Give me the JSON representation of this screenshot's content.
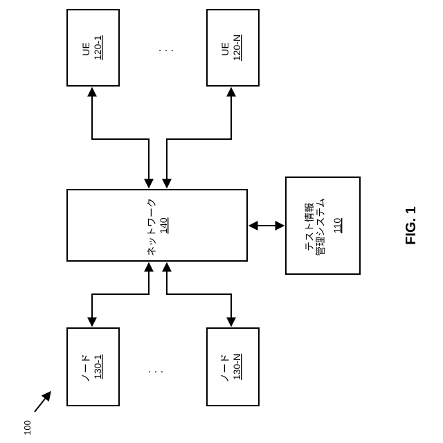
{
  "figure": {
    "label": "FIG. 1",
    "ref": "100"
  },
  "blocks": {
    "ue_first": {
      "name": "UE",
      "ref": "120-1"
    },
    "ue_last": {
      "name": "UE",
      "ref": "120-N"
    },
    "network": {
      "name": "ネットワーク",
      "ref": "140"
    },
    "test_system": {
      "name_line1": "テスト情報",
      "name_line2": "管理システム",
      "ref": "110"
    },
    "node_first": {
      "name": "ノード",
      "ref": "130-1"
    },
    "node_last": {
      "name": "ノード",
      "ref": "130-N"
    }
  },
  "ellipsis": {
    "ue": ". . .",
    "node": ". . ."
  }
}
